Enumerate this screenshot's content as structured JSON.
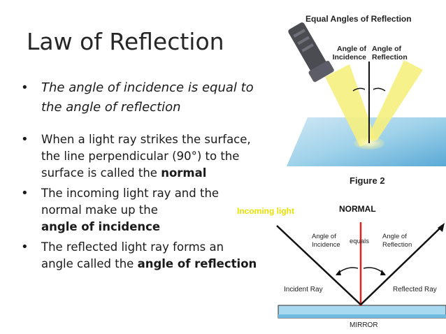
{
  "slide": {
    "title": "Law of Reflection",
    "bullets": [
      {
        "lines": [
          "The angle of incidence is equal to",
          "the angle of reflection"
        ]
      },
      {
        "lines": [
          "When a light ray strikes the surface,",
          "the line perpendicular (90°) to the"
        ],
        "line3_prefix": "surface is called the ",
        "line3_bold": "normal"
      },
      {
        "lines": [
          "The incoming light ray and the",
          "normal make up the"
        ],
        "bold_line": "angle of incidence"
      },
      {
        "line1": "The reflected light ray forms an",
        "line2_prefix": "angle called the ",
        "line2_bold": "angle of reflection"
      }
    ]
  },
  "figure_top": {
    "title": "Equal Angles of Reflection",
    "label_incidence_1": "Angle of",
    "label_incidence_2": "Incidence",
    "label_reflection_1": "Angle of",
    "label_reflection_2": "Reflection",
    "caption": "Figure 2"
  },
  "figure_bottom": {
    "incoming_light": "Incoming light",
    "normal": "NORMAL",
    "angle_incidence_1": "Angle of",
    "angle_incidence_2": "Incidence",
    "equals": "equals",
    "angle_reflection_1": "Angle of",
    "angle_reflection_2": "Reflection",
    "incident_ray": "Incident Ray",
    "reflected_ray": "Reflected Ray",
    "mirror": "MIRROR"
  },
  "colors": {
    "beam": "#f4ef78",
    "mirror_blue": "#a8d8ec",
    "normal_line": "#e0231c",
    "incoming_label": "#e8e000"
  }
}
